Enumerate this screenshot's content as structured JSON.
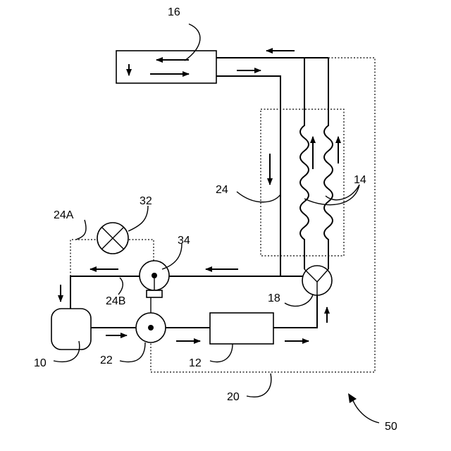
{
  "labels": {
    "l16": "16",
    "l14": "14",
    "l24": "24",
    "l24a": "24A",
    "l24b": "24B",
    "l32": "32",
    "l34": "34",
    "l18": "18",
    "l10": "10",
    "l22": "22",
    "l12": "12",
    "l20": "20",
    "l50": "50"
  }
}
